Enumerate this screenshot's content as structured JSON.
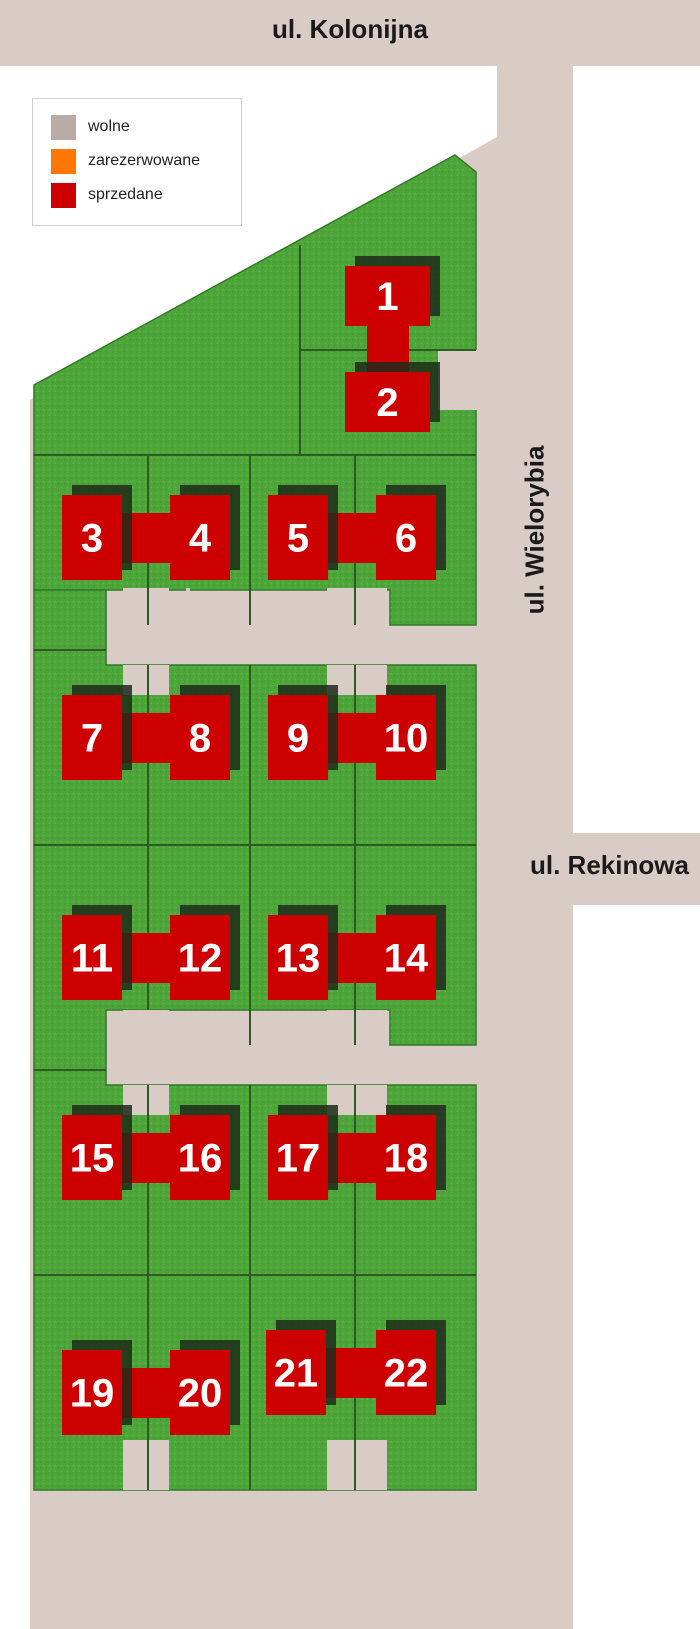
{
  "streets": {
    "north": "ul. Kolonijna",
    "east": "ul. Wielorybia",
    "east_branch": "ul. Rekinowa"
  },
  "legend": [
    {
      "label": "wolne",
      "color": "#b8aca6"
    },
    {
      "label": "zarezerwowane",
      "color": "#ff7700"
    },
    {
      "label": "sprzedane",
      "color": "#cc0000"
    }
  ],
  "colors": {
    "road": "#d9cbc5",
    "grass": "#4ea63b",
    "grass_edge": "#2f7a24",
    "sold": "#cc0000",
    "shadow": "#1f2a1b"
  },
  "plots": [
    {
      "number": "1",
      "status": "sprzedane"
    },
    {
      "number": "2",
      "status": "sprzedane"
    },
    {
      "number": "3",
      "status": "sprzedane"
    },
    {
      "number": "4",
      "status": "sprzedane"
    },
    {
      "number": "5",
      "status": "sprzedane"
    },
    {
      "number": "6",
      "status": "sprzedane"
    },
    {
      "number": "7",
      "status": "sprzedane"
    },
    {
      "number": "8",
      "status": "sprzedane"
    },
    {
      "number": "9",
      "status": "sprzedane"
    },
    {
      "number": "10",
      "status": "sprzedane"
    },
    {
      "number": "11",
      "status": "sprzedane"
    },
    {
      "number": "12",
      "status": "sprzedane"
    },
    {
      "number": "13",
      "status": "sprzedane"
    },
    {
      "number": "14",
      "status": "sprzedane"
    },
    {
      "number": "15",
      "status": "sprzedane"
    },
    {
      "number": "16",
      "status": "sprzedane"
    },
    {
      "number": "17",
      "status": "sprzedane"
    },
    {
      "number": "18",
      "status": "sprzedane"
    },
    {
      "number": "19",
      "status": "sprzedane"
    },
    {
      "number": "20",
      "status": "sprzedane"
    },
    {
      "number": "21",
      "status": "sprzedane"
    },
    {
      "number": "22",
      "status": "sprzedane"
    }
  ]
}
